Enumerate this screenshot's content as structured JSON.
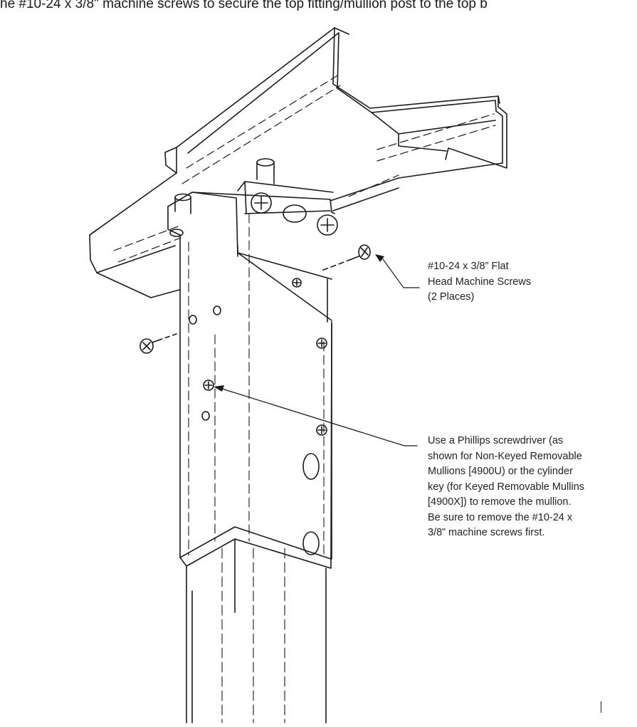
{
  "page": {
    "caption": "he #10-24 x 3/8\" machine screws to secure the top fitting/mullion post to the top b"
  },
  "callouts": {
    "screws": {
      "lines": [
        "#10-24 x 3/8” Flat",
        "Head Machine Screws",
        "(2 Places)"
      ]
    },
    "screwdriver": {
      "lines": [
        "Use a Phillips screwdriver (as",
        "shown for Non-Keyed Removable",
        "Mullions [4900U) or the cylinder",
        "key (for Keyed Removable Mullins",
        "[4900X]) to remove the mullion.",
        "Be sure to remove the #10-24 x",
        "3/8” machine screws first."
      ]
    }
  },
  "colors": {
    "line": "#1a1a1a",
    "background": "#ffffff"
  }
}
